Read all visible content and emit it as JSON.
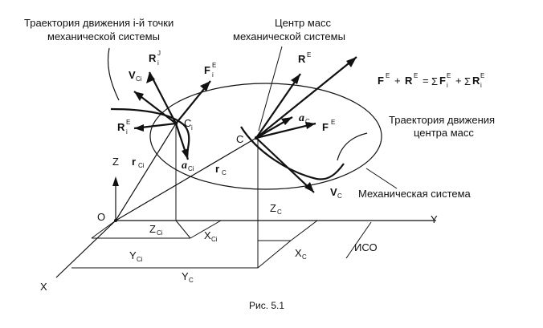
{
  "labels": {
    "traj_i_line1": "Траектория движения i-й точки",
    "traj_i_line2": "механической системы",
    "center_line1": "Центр масс",
    "center_line2": "механической системы",
    "traj_c_line1": "Траектория движения",
    "traj_c_line2": "центра масс",
    "mech_system": "Механическая система",
    "iso": "ИСО",
    "caption": "Рис. 5.1"
  },
  "axes": {
    "x": "X",
    "y": "Y",
    "z": "Z",
    "origin": "O"
  },
  "points": {
    "c": "C",
    "ci": "C",
    "ci_sub": "i"
  },
  "vectors": {
    "r_main": "r",
    "r_sub_c": "C",
    "r_sub_ci": "Ci",
    "v_main": "V",
    "v_sub_c": "C",
    "v_sub_ci": "Ci",
    "a_main": "a",
    "a_sub_c": "C",
    "a_sub_ci": "Ci",
    "R_main": "R",
    "R_sup_J": "J",
    "R_sup_E": "E",
    "R_sub_i": "i",
    "F_main": "F",
    "F_sup_E": "E",
    "F_sub_i": "i"
  },
  "coords": {
    "x": "X",
    "y": "Y",
    "z": "Z",
    "sub_c": "C",
    "sub_ci": "Ci"
  },
  "equation": {
    "f": "F",
    "sup_e1": "E",
    "plus1": "+",
    "r": "R",
    "sup_e2": "E",
    "eq": "=",
    "sum1": "Σ",
    "f2": "F",
    "sup_e3": "E",
    "sub_i1": "i",
    "plus2": "+",
    "sum2": "Σ",
    "r2": "R",
    "sup_e4": "E",
    "sub_i2": "i"
  }
}
